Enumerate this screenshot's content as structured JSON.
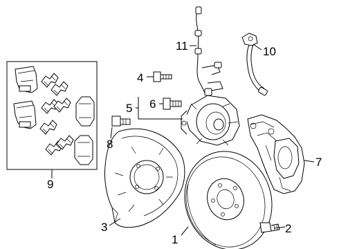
{
  "callouts": {
    "rotor": "1",
    "bolt_2": "2",
    "dust_shield": "3",
    "bolt_4": "4",
    "hub_assembly": "5",
    "bolt_6": "6",
    "caliper": "7",
    "bolt_8": "8",
    "pad_kit": "9",
    "brake_hose": "10",
    "wheel_sensor": "11"
  }
}
